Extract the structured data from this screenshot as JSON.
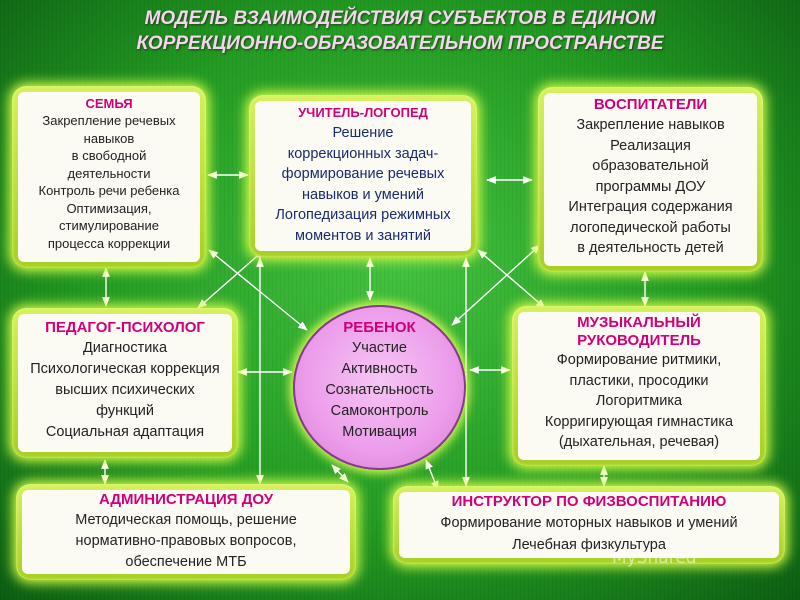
{
  "title": {
    "line1": "МОДЕЛЬ ВЗАИМОДЕЙСТВИЯ СУБЪЕКТОВ В ЕДИНОМ",
    "line2": "КОРРЕКЦИОННО-ОБРАЗОВАТЕЛЬНОМ ПРОСТРАНСТВЕ"
  },
  "family": {
    "heading": "СЕМЬЯ",
    "lines": [
      "Закрепление речевых",
      "навыков",
      "в свободной",
      "деятельности",
      "Контроль речи ребенка",
      "Оптимизация,",
      "стимулирование",
      "процесса коррекции"
    ]
  },
  "logoped": {
    "heading": "УЧИТЕЛЬ-ЛОГОПЕД",
    "lines": [
      "Решение",
      "коррекционных задач-",
      "формирование речевых",
      "навыков и умений",
      "Логопедизация режимных",
      "моментов и занятий"
    ]
  },
  "educators": {
    "heading": "ВОСПИТАТЕЛИ",
    "lines": [
      "Закрепление навыков",
      "Реализация",
      "образовательной",
      "программы ДОУ",
      "Интеграция содержания",
      "логопедической работы",
      "в деятельность детей"
    ]
  },
  "psychologist": {
    "heading": "ПЕДАГОГ-ПСИХОЛОГ",
    "lines": [
      "Диагностика",
      "Психологическая коррекция",
      "высших психических",
      "функций",
      "Социальная адаптация"
    ]
  },
  "child": {
    "heading": "РЕБЕНОК",
    "lines": [
      "Участие",
      "Активность",
      "Сознательность",
      "Самоконтроль",
      "Мотивация"
    ]
  },
  "music": {
    "heading_line1": "МУЗЫКАЛЬНЫЙ",
    "heading_line2": "РУКОВОДИТЕЛЬ",
    "lines": [
      "Формирование ритмики,",
      "пластики,  просодики",
      "Логоритмика",
      "Корригирующая гимнастика",
      "(дыхательная, речевая)"
    ]
  },
  "administration": {
    "heading": "АДМИНИСТРАЦИЯ ДОУ",
    "lines": [
      "Методическая помощь, решение",
      "нормативно-правовых вопросов,",
      "обеспечение МТБ"
    ]
  },
  "phys_instructor": {
    "heading": "ИНСТРУКТОР ПО ФИЗВОСПИТАНИЮ",
    "lines": [
      "Формирование моторных навыков и умений",
      "Лечебная физкультура"
    ]
  },
  "watermark": "MyShared",
  "colors": {
    "background": "#2aa02a",
    "card_frame": "#b8dc38",
    "card_glow": "#d9ff4a",
    "heading": "#d1007a",
    "child_fill": "#ec9cea",
    "title": "#f3d7ef"
  }
}
